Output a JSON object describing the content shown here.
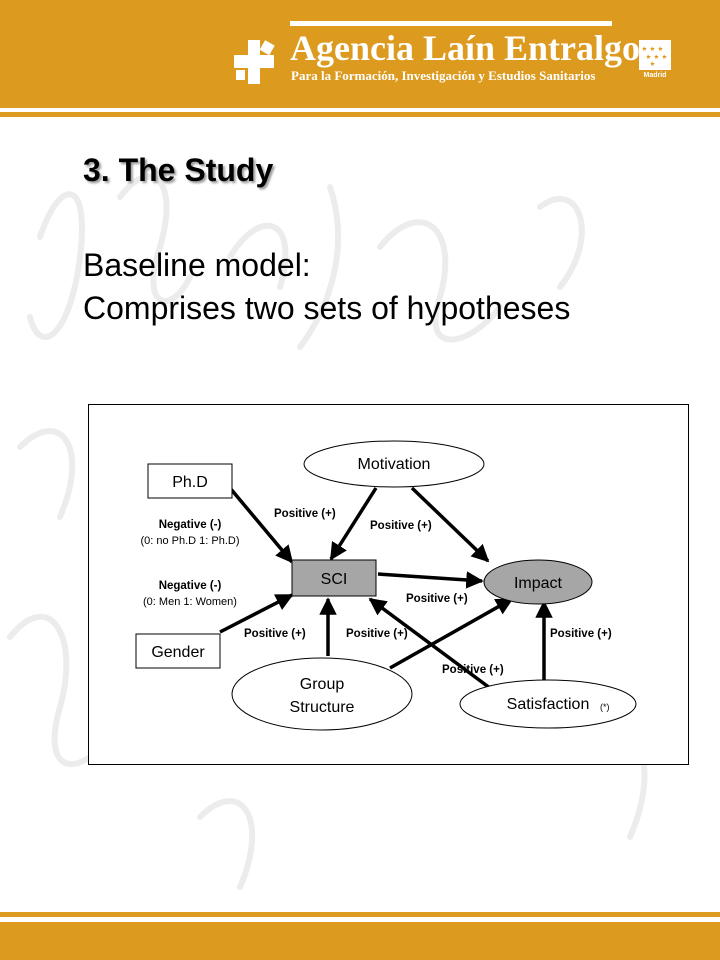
{
  "header": {
    "brand_title": "Agencia Laín Entralgo",
    "brand_subtitle": "Para la Formación, Investigación y Estudios Sanitarios",
    "region_mark": "Madrid",
    "color": "#dc9a1e"
  },
  "slide": {
    "section_title": "3. The Study",
    "subtitle_line1": "Baseline model:",
    "subtitle_line2": "Comprises two sets of hypotheses"
  },
  "diagram": {
    "nodes": {
      "phd": "Ph.D",
      "gender": "Gender",
      "motivation": "Motivation",
      "sci": "SCI",
      "impact": "Impact",
      "group_line1": "Group",
      "group_line2": "Structure",
      "satisfaction": "Satisfaction",
      "satisfaction_note": "(*)"
    },
    "edge_labels": {
      "phd_sci_sign": "Negative (-)",
      "phd_sci_coding": "(0: no Ph.D 1: Ph.D)",
      "gender_sci_sign": "Negative (-)",
      "gender_sci_coding": "(0: Men 1: Women)",
      "motivation_sci": "Positive (+)",
      "motivation_impact": "Positive (+)",
      "sci_impact": "Positive (+)",
      "gender_link": "Positive (+)",
      "group_sci": "Positive (+)",
      "satisfaction_impact": "Positive (+)",
      "satisfaction_sci": "Positive (+)"
    },
    "colors": {
      "sci_fill": "#a6a6a6",
      "impact_fill": "#a6a6a6"
    }
  }
}
